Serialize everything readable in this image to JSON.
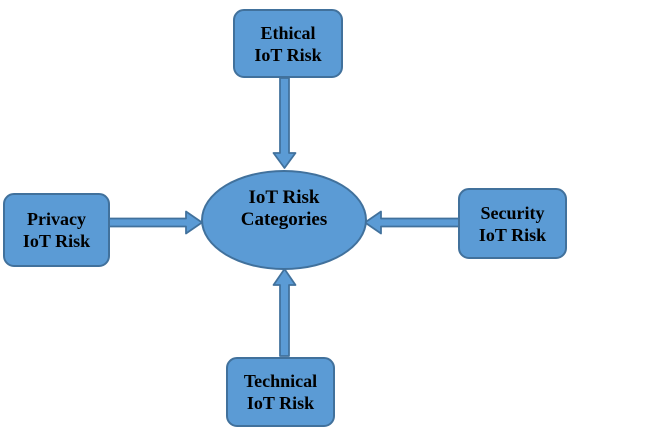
{
  "diagram": {
    "type": "hub-and-spoke",
    "center": {
      "label": "IoT Risk\nCategories",
      "shape": "ellipse"
    },
    "nodes": [
      {
        "id": "ethical",
        "label": "Ethical\nIoT Risk",
        "position": "top"
      },
      {
        "id": "privacy",
        "label": "Privacy\nIoT Risk",
        "position": "left"
      },
      {
        "id": "security",
        "label": "Security\nIoT Risk",
        "position": "right"
      },
      {
        "id": "technical",
        "label": "Technical\nIoT Risk",
        "position": "bottom"
      }
    ],
    "edges": [
      {
        "from": "Ethical IoT Risk",
        "to": "IoT Risk Categories",
        "direction": "down"
      },
      {
        "from": "Privacy IoT Risk",
        "to": "IoT Risk Categories",
        "direction": "right"
      },
      {
        "from": "Security IoT Risk",
        "to": "IoT Risk Categories",
        "direction": "left"
      },
      {
        "from": "Technical IoT Risk",
        "to": "IoT Risk Categories",
        "direction": "up"
      }
    ],
    "colors": {
      "node_fill": "#5B9BD5",
      "node_border": "#41719C",
      "text": "#000000",
      "background": "#FFFFFF"
    }
  }
}
